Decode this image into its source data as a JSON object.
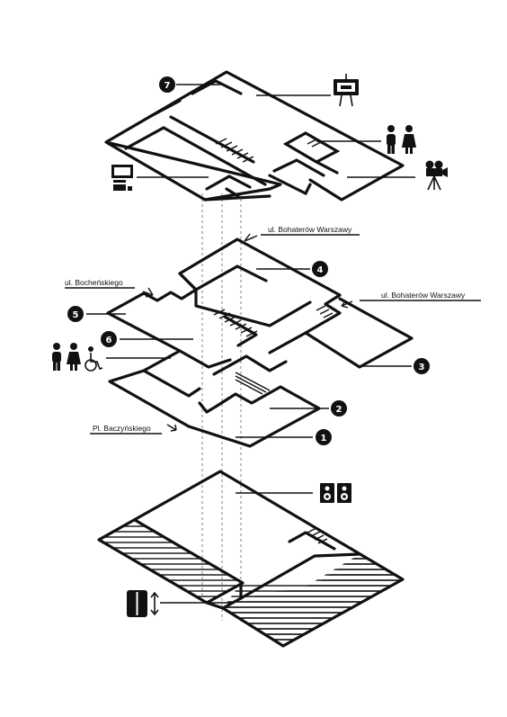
{
  "streets": {
    "bohaterow_top": "ul. Bohaterów Warszawy",
    "bochenskiego": "ul. Bocheńskiego",
    "bohaterow_right": "ul. Bohaterów Warszawy",
    "baczynskiego": "Pl. Baczyńskiego"
  },
  "markers": {
    "m1": "1",
    "m2": "2",
    "m3": "3",
    "m4": "4",
    "m5": "5",
    "m6": "6",
    "m7": "7"
  },
  "icons": {
    "easel": "easel-icon",
    "restrooms_top": "restroom-icon",
    "projector": "film-projector-icon",
    "computer": "computer-icon",
    "restrooms_accessible": "accessible-restroom-icon",
    "speakers": "speaker-icon",
    "elevator": "elevator-icon"
  },
  "colors": {
    "ink": "#111111",
    "background": "#ffffff"
  }
}
